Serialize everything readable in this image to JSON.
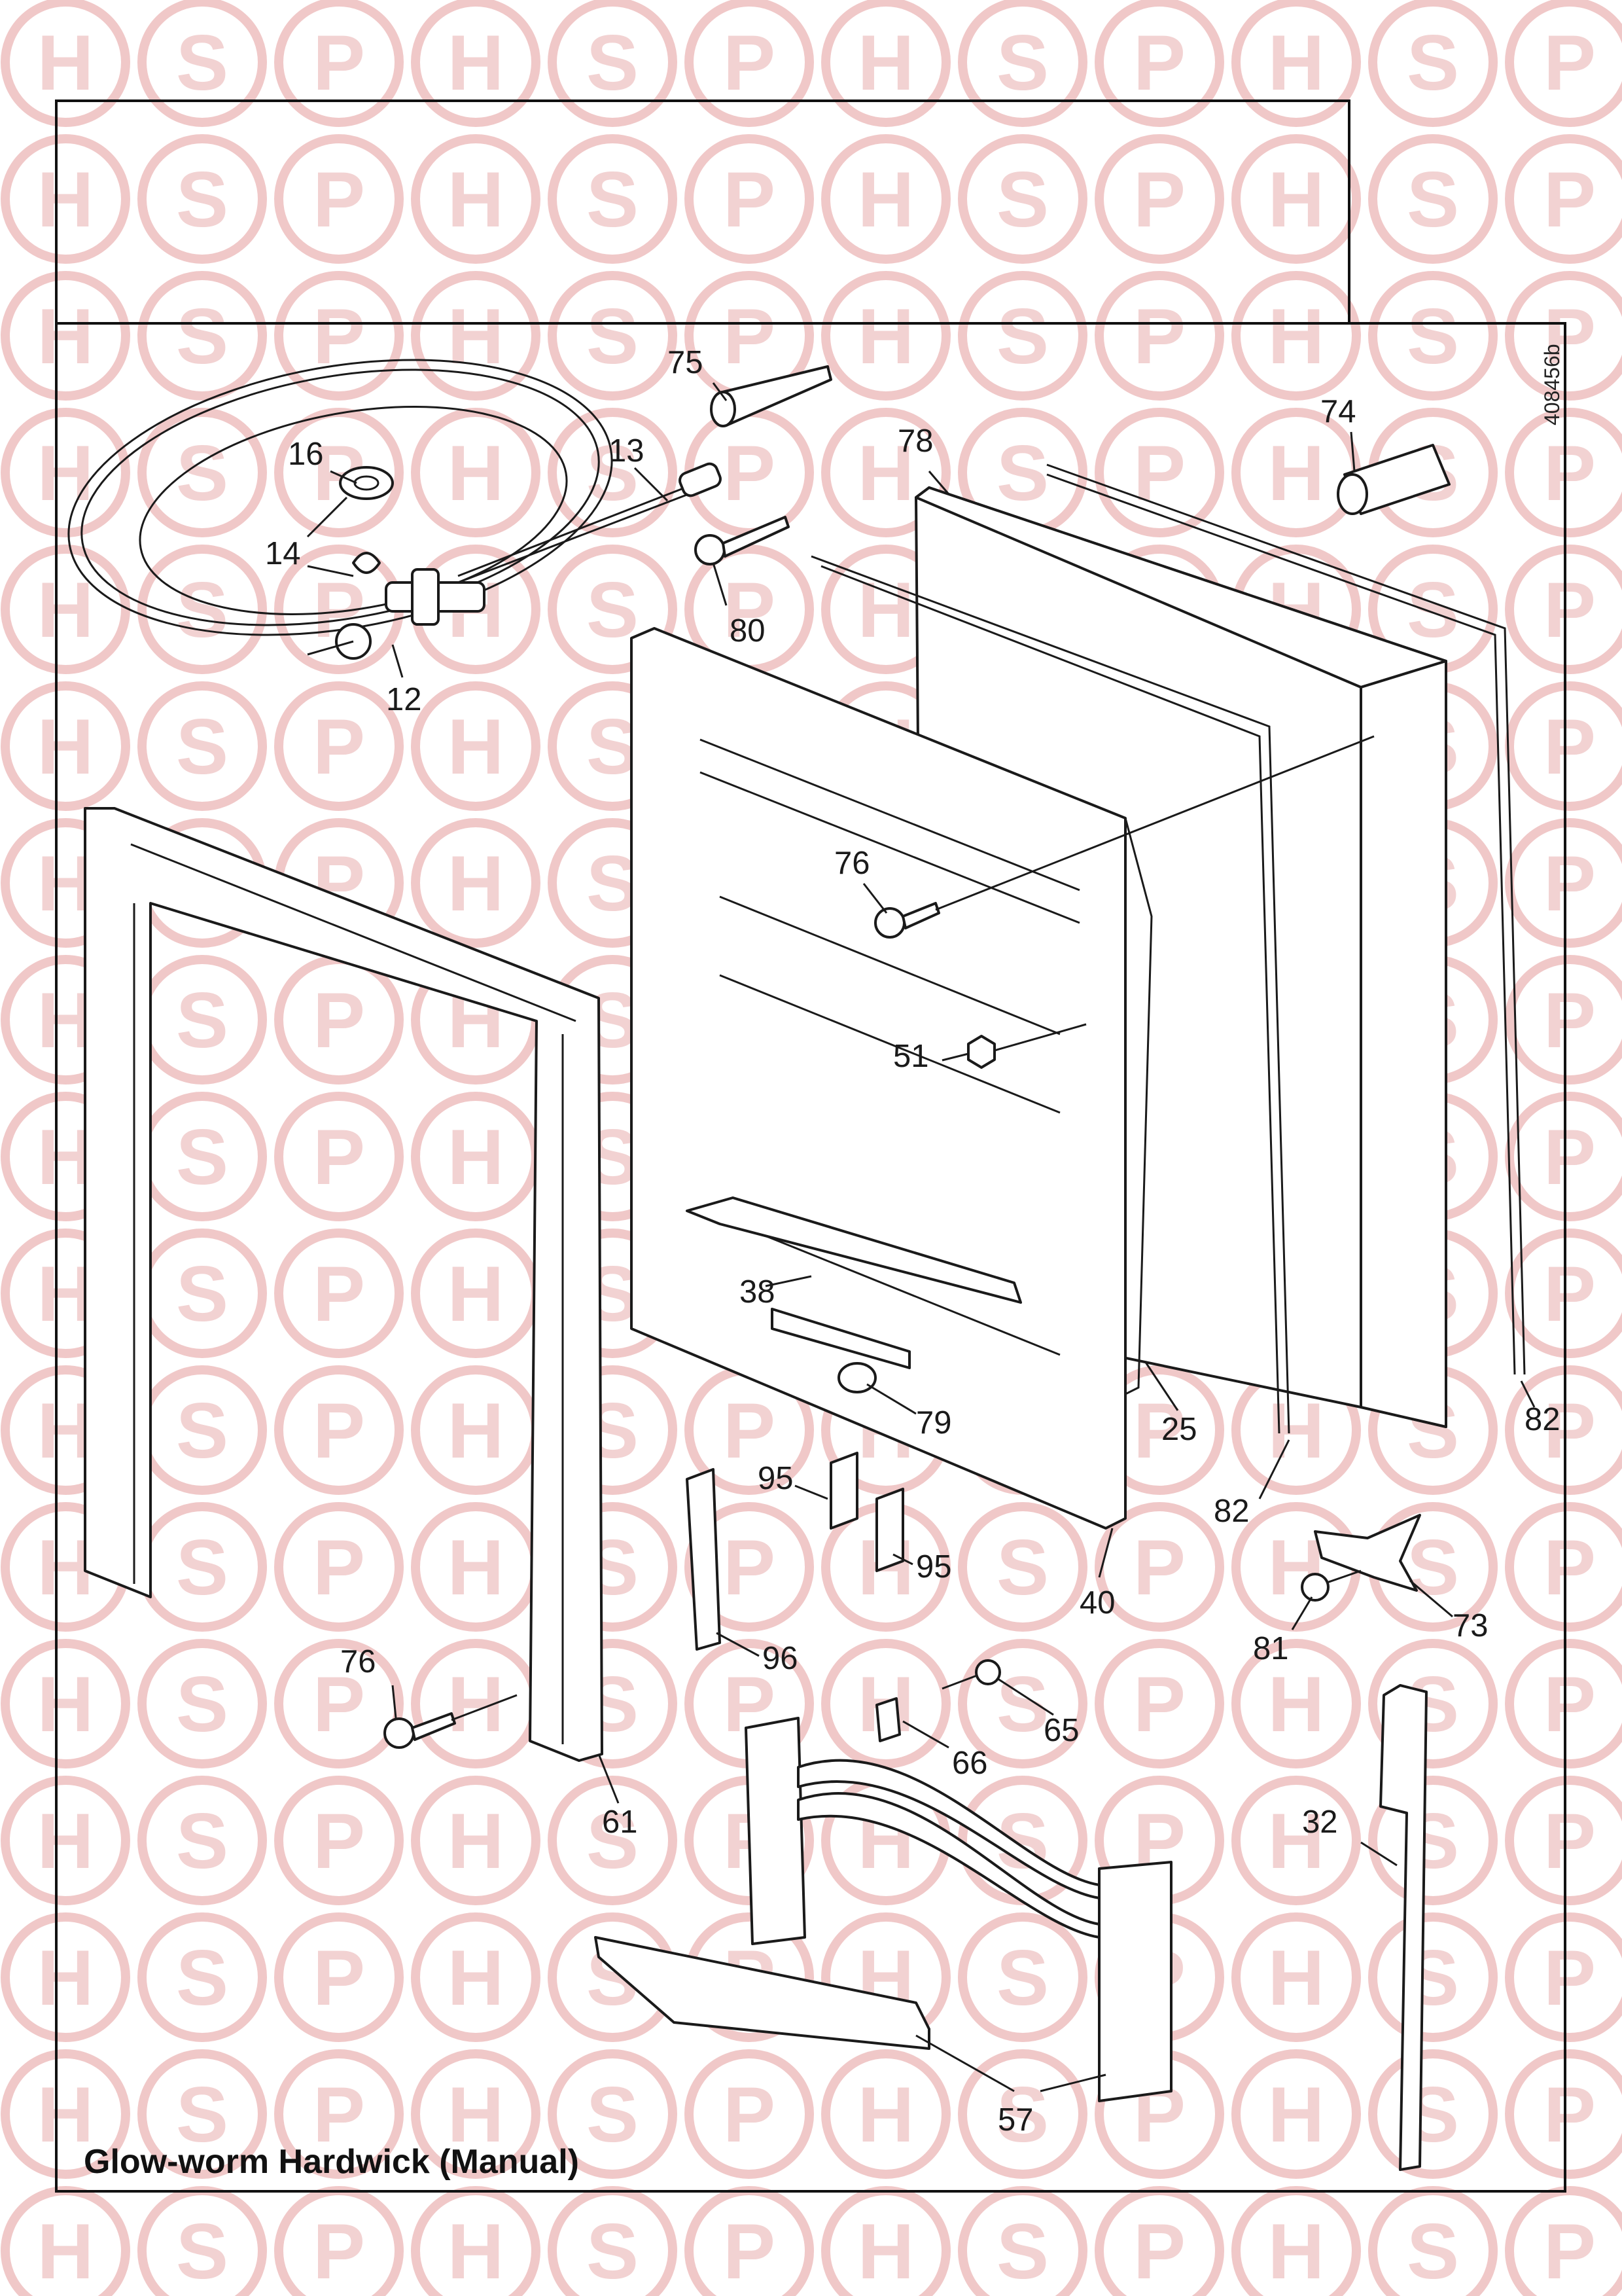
{
  "watermark": {
    "letters": [
      "H",
      "S",
      "P"
    ],
    "color": "#f2d2d2",
    "circle_color": "#f0c8c8",
    "center_logo_colors": [
      "#d6dff0",
      "#f0d6d6",
      "#dde4f0"
    ]
  },
  "diagram": {
    "title": "Glow-worm Hardwick (Manual)",
    "drawing_code": "408456b",
    "callouts": [
      {
        "id": "c75",
        "label": "75"
      },
      {
        "id": "c78",
        "label": "78"
      },
      {
        "id": "c74",
        "label": "74"
      },
      {
        "id": "c16",
        "label": "16"
      },
      {
        "id": "c13",
        "label": "13"
      },
      {
        "id": "c14",
        "label": "14"
      },
      {
        "id": "c12",
        "label": "12"
      },
      {
        "id": "c80",
        "label": "80"
      },
      {
        "id": "c76a",
        "label": "76"
      },
      {
        "id": "c51",
        "label": "51"
      },
      {
        "id": "c38",
        "label": "38"
      },
      {
        "id": "c79",
        "label": "79"
      },
      {
        "id": "c25",
        "label": "25"
      },
      {
        "id": "c82a",
        "label": "82"
      },
      {
        "id": "c82b",
        "label": "82"
      },
      {
        "id": "c95a",
        "label": "95"
      },
      {
        "id": "c95b",
        "label": "95"
      },
      {
        "id": "c40",
        "label": "40"
      },
      {
        "id": "c96",
        "label": "96"
      },
      {
        "id": "c73",
        "label": "73"
      },
      {
        "id": "c81",
        "label": "81"
      },
      {
        "id": "c76b",
        "label": "76"
      },
      {
        "id": "c65",
        "label": "65"
      },
      {
        "id": "c66",
        "label": "66"
      },
      {
        "id": "c61",
        "label": "61"
      },
      {
        "id": "c32",
        "label": "32"
      },
      {
        "id": "c57",
        "label": "57"
      }
    ]
  }
}
